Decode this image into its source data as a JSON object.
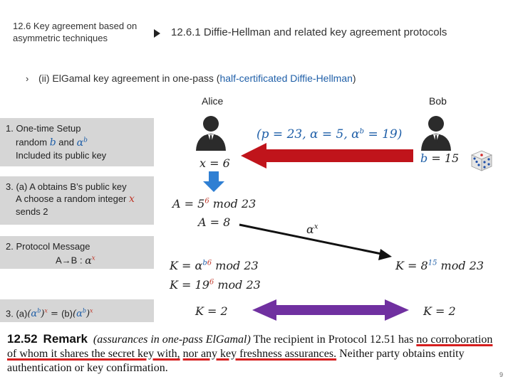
{
  "header": {
    "section_title": "12.6 Key agreement based on asymmetric techniques",
    "title": "12.6.1 Diffie-Hellman and related key agreement protocols"
  },
  "subheading": {
    "prefix": "(ii) ElGamal key agreement in one-pass (",
    "highlight": "half-certificated Diffie-Hellman",
    "suffix": ")"
  },
  "parties": {
    "alice": "Alice",
    "bob": "Bob"
  },
  "steps": {
    "setup_line1": "1. One-time Setup",
    "setup_line2_a": "random ",
    "setup_line2_b": "b",
    "setup_line2_c": " and ",
    "setup_line3": "Included its public key",
    "obtain_line1": "3. (a) A obtains B’s public key",
    "obtain_line2": "A choose a random integer ",
    "obtain_line2_var": "x",
    "obtain_line3": "sends 2",
    "message_line1": "2. Protocol Message",
    "message_line2": "A→B : ",
    "final_label_a": "3. (a)",
    "final_label_b": "(b)"
  },
  "math": {
    "public_params": "(p = 23, α = 5, α",
    "public_params_tail": " = 19)",
    "x_value": "x = 6",
    "b_value": "b = 15",
    "alice_A_calc": "A = 5",
    "alice_A_calc_exp": "6",
    "alice_A_calc_tail": " mod 23",
    "alice_A_value": "A = 8",
    "message": "α",
    "message_exp": "x",
    "alice_K_calc": "K = α",
    "alice_K_calc_tail": " mod 23",
    "alice_K_num": "K = 19",
    "alice_K_num_exp": "6",
    "alice_K_num_tail": " mod 23",
    "bob_K_calc": "K = 8",
    "bob_K_calc_exp": "15",
    "bob_K_calc_tail": " mod 23",
    "alice_K": "K = 2",
    "bob_K": "K = 2"
  },
  "remark": {
    "number": "12.52",
    "label": "Remark",
    "title": "(assurances in one-pass ElGamal)",
    "text_a": " The recipient in Protocol 12.51 has ",
    "text_ul1": "no corroboration of whom it shares the secret key with,",
    "text_b": " ",
    "text_ul2": "nor any key freshness assurances.",
    "text_c": " Neither party obtains entity authentication or key confirmation."
  },
  "footer": {
    "page": "9"
  },
  "colors": {
    "red_arrow": "#c0141b",
    "blue_arrow": "#2f7fd3",
    "purple_arrow": "#7030a0",
    "black_arrow": "#111111",
    "underline": "#d61f1f"
  }
}
